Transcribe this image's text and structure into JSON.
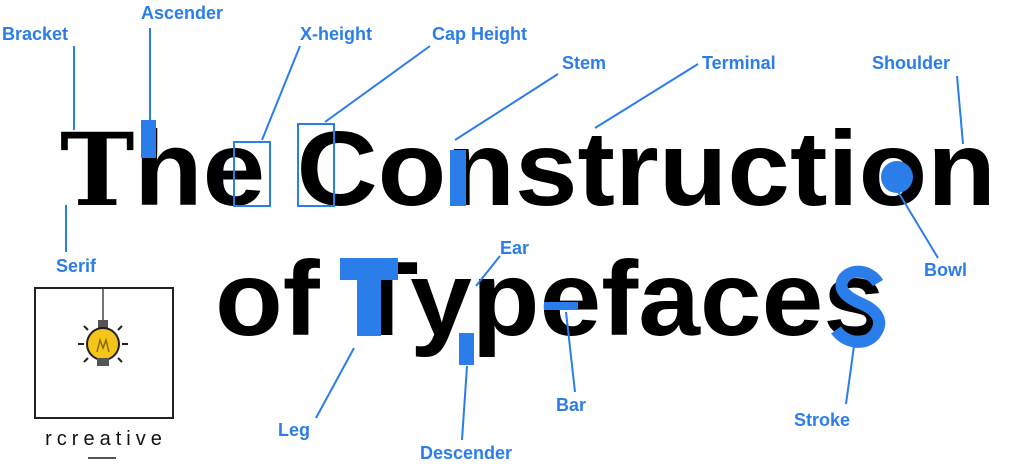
{
  "title_line1": "The Construction",
  "title_line2": "of Typefaces",
  "labels": {
    "bracket": "Bracket",
    "ascender": "Ascender",
    "x_height": "X-height",
    "cap_height": "Cap Height",
    "stem": "Stem",
    "terminal": "Terminal",
    "shoulder": "Shoulder",
    "serif": "Serif",
    "ear": "Ear",
    "bowl": "Bowl",
    "leg": "Leg",
    "bar": "Bar",
    "descender": "Descender",
    "stroke": "Stroke"
  },
  "brand": "rcreative",
  "colors": {
    "accent": "#2b7de9",
    "text": "#000000",
    "bulb": "#f5c518"
  },
  "logo_icon": "lightbulb-icon"
}
